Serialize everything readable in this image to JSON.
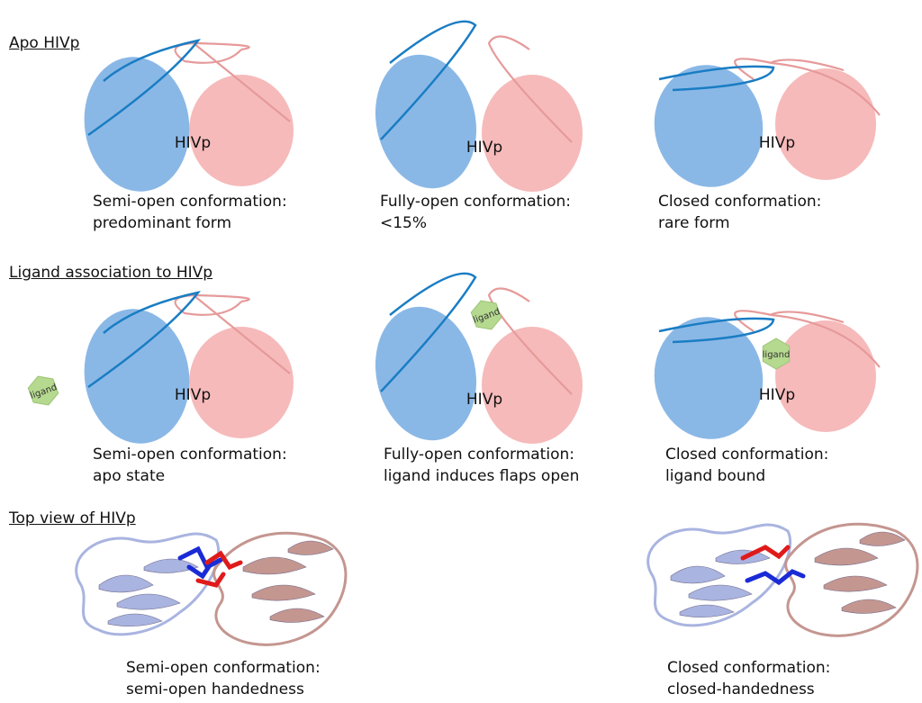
{
  "sections": [
    {
      "heading": "Apo HIVp",
      "panels": [
        {
          "label": "HIVp",
          "caption_line1": "Semi-open conformation:",
          "caption_line2": "predominant form"
        },
        {
          "label": "HIVp",
          "caption_line1": "Fully-open conformation:",
          "caption_line2": "<15%"
        },
        {
          "label": "HIVp",
          "caption_line1": "Closed conformation:",
          "caption_line2": "rare form"
        }
      ]
    },
    {
      "heading": "Ligand association to HIVp",
      "panels": [
        {
          "label": "HIVp",
          "ligand": "ligand",
          "caption_line1": "Semi-open conformation:",
          "caption_line2": "apo state"
        },
        {
          "label": "HIVp",
          "ligand": "ligand",
          "caption_line1": "Fully-open conformation:",
          "caption_line2": "ligand induces flaps open"
        },
        {
          "label": "HIVp",
          "ligand": "ligand",
          "caption_line1": "Closed conformation:",
          "caption_line2": "ligand bound"
        }
      ]
    },
    {
      "heading": "Top view of HIVp",
      "panels": [
        {
          "caption_line1": "Semi-open conformation:",
          "caption_line2": "semi-open handedness"
        },
        {
          "caption_line1": "Closed conformation:",
          "caption_line2": "closed-handedness"
        }
      ]
    }
  ],
  "colors": {
    "blue_lobe": "#8ab8e6",
    "pink_lobe": "#f5b3b3",
    "blue_flap": "#1a7dc4",
    "pink_flap": "#e69a9a",
    "ligand": "#b5d98f",
    "ribbon_blue": "#a9b4e0",
    "ribbon_pink": "#c49690",
    "stick_blue": "#1a2bd6",
    "stick_red": "#e01a1a"
  }
}
